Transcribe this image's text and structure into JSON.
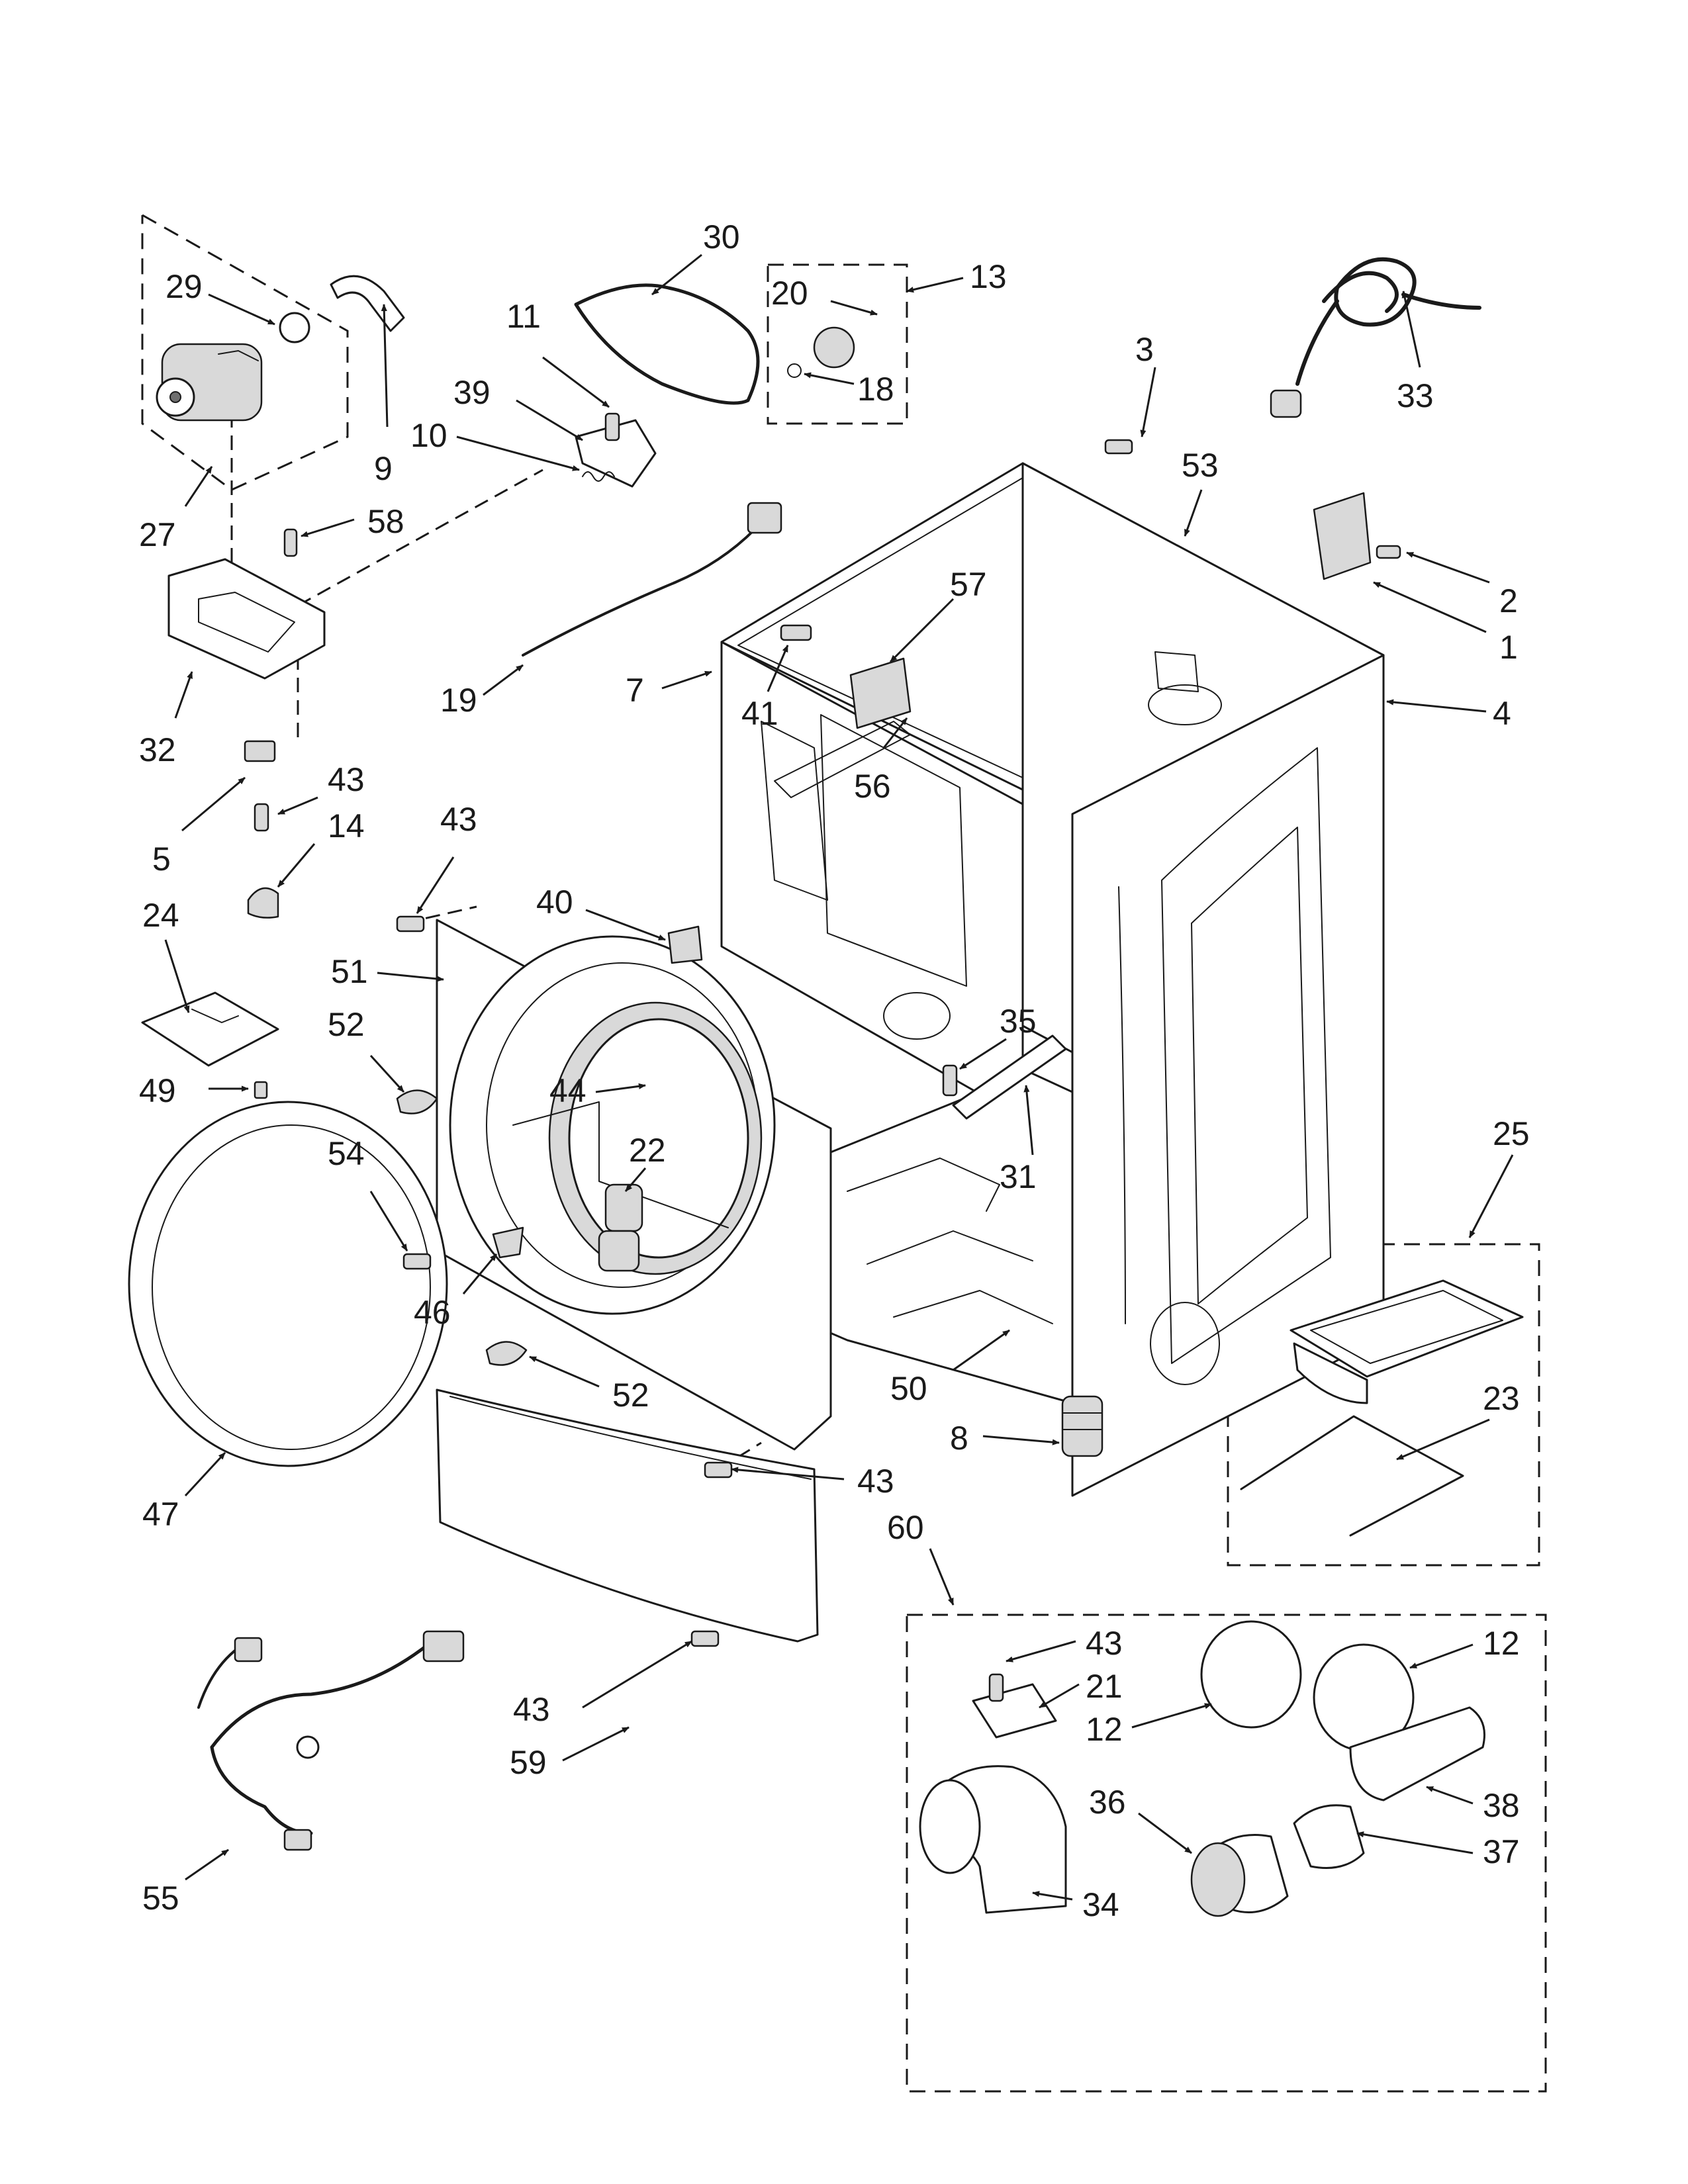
{
  "diagram": {
    "callouts": {
      "c1": "1",
      "c2": "2",
      "c3": "3",
      "c4": "4",
      "c5": "5",
      "c7": "7",
      "c8": "8",
      "c9": "9",
      "c10": "10",
      "c11": "11",
      "c12a": "12",
      "c12b": "12",
      "c13": "13",
      "c14": "14",
      "c18": "18",
      "c19": "19",
      "c20": "20",
      "c21": "21",
      "c22": "22",
      "c23": "23",
      "c24": "24",
      "c25": "25",
      "c27": "27",
      "c29": "29",
      "c30": "30",
      "c31": "31",
      "c32": "32",
      "c33": "33",
      "c34": "34",
      "c35": "35",
      "c36": "36",
      "c37": "37",
      "c38": "38",
      "c39": "39",
      "c40": "40",
      "c41": "41",
      "c43a": "43",
      "c43b": "43",
      "c43c": "43",
      "c43d": "43",
      "c43e": "43",
      "c44": "44",
      "c46": "46",
      "c47": "47",
      "c49": "49",
      "c50": "50",
      "c51": "51",
      "c52a": "52",
      "c52b": "52",
      "c53": "53",
      "c54": "54",
      "c55": "55",
      "c56": "56",
      "c57": "57",
      "c58": "58",
      "c59": "59",
      "c60": "60"
    },
    "icons": {
      "cabinet": "dryer-cabinet-icon",
      "front_panel": "front-panel-icon",
      "door": "door-ring-icon",
      "toe_panel": "toe-panel-icon",
      "motor": "drive-motor-icon",
      "belt": "drive-belt-icon",
      "power_cord": "power-cord-icon",
      "wire_harness": "wire-harness-icon",
      "lint_screen": "lint-screen-icon",
      "vent_kit": "vent-kit-icon",
      "leveling_leg": "leveling-leg-icon",
      "screw": "screw-icon"
    }
  }
}
